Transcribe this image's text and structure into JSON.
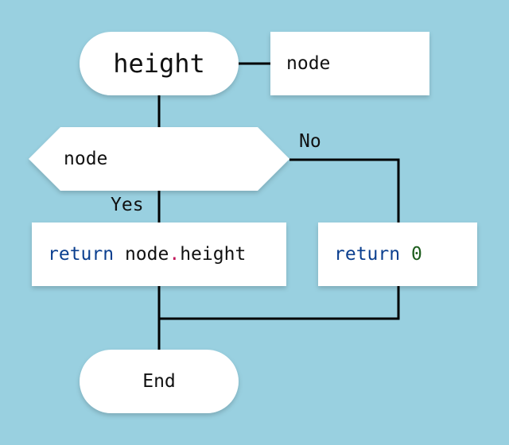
{
  "colors": {
    "background": "#99d0e0",
    "node_fill": "#ffffff",
    "line": "#000000",
    "text": "#111111",
    "keyword": "#0b3f8f",
    "operator": "#c2185b",
    "number": "#1e5e1e"
  },
  "diagram": {
    "start": {
      "label": "height"
    },
    "param": {
      "label": "node"
    },
    "decision": {
      "label": "node"
    },
    "branch_yes": {
      "label": "Yes"
    },
    "branch_no": {
      "label": "No"
    },
    "return_height": {
      "keyword": "return",
      "object": "node",
      "operator": ".",
      "property": "height"
    },
    "return_zero": {
      "keyword": "return",
      "value": "0"
    },
    "end": {
      "label": "End"
    }
  }
}
